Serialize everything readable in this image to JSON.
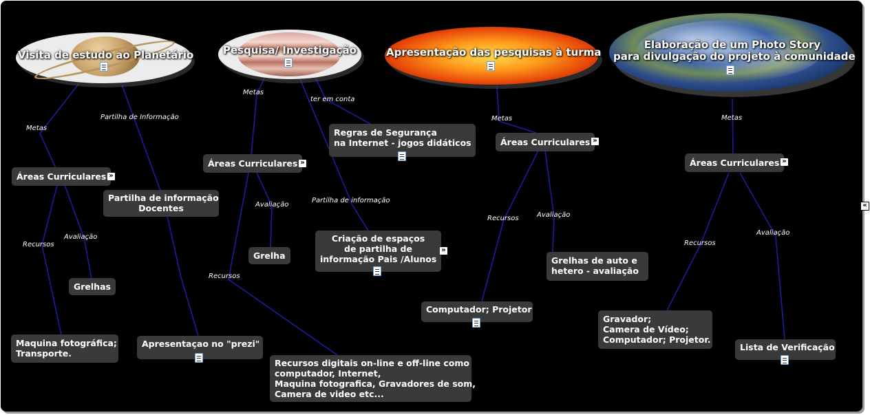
{
  "topics": {
    "planetario": "Visita de estudo ao Planetário",
    "pesquisa": "Pesquisa/ Investigação",
    "apresentacao": "Apresentação das pesquisas à turma",
    "photo_line1": "Elaboração de um Photo Story",
    "photo_line2": "para divulgação do projeto à comunidade"
  },
  "nodes": {
    "areas1": "Áreas Curriculares",
    "partilha_docentes_line1": "Partilha de informação",
    "partilha_docentes_line2": "Docentes",
    "grelhas1": "Grelhas",
    "maquina_line1": "Maquina fotográfica;",
    "maquina_line2": "Transporte.",
    "prezi": "Apresentaçao no \"prezi\"",
    "areas2": "Áreas Curriculares",
    "grelha2": "Grelha",
    "regras_line1": "Regras de  Segurança",
    "regras_line2": "na Internet - jogos didáticos",
    "criacao_line1": "Criação de espaços",
    "criacao_line2": "de partilha de",
    "criacao_line3": "informação Pais /Alunos",
    "recursos_line1": "Recursos digitais on-line e off-line como",
    "recursos_line2": "computador, Internet,",
    "recursos_line3": "Maquina fotografica, Gravadores de som,",
    "recursos_line4": "Camera de video etc...",
    "areas3": "Áreas Curriculares",
    "grelhas_auto_line1": "Grelhas de auto e",
    "grelhas_auto_line2": "hetero - avaliação",
    "computador": "Computador; Projetor",
    "areas4": "Áreas Curriculares",
    "gravador_line1": "Gravador;",
    "gravador_line2": "Camera de Vídeo;",
    "gravador_line3": "Computador; Projetor.",
    "lista": "Lista de Verificação"
  },
  "labels": {
    "metas1": "Metas",
    "partilha_info1": "Partilha de Informação",
    "recursos1": "Recursos",
    "avaliacao1": "Avaliação",
    "metas2": "Metas",
    "ter_em_conta": "ter em conta",
    "avaliacao2": "Avaliação",
    "partilha_info2": "Partilha de informação",
    "recursos2": "Recursos",
    "metas3": "Metas",
    "recursos3": "Recursos",
    "avaliacao3": "Avaliação",
    "metas4": "Metas",
    "recursos4": "Recursos",
    "avaliacao4": "Avaliação"
  },
  "icons": {
    "note": "note-icon",
    "expand": "expand-icon",
    "collapse": "collapse-icon"
  },
  "colors": {
    "background": "#000000",
    "node": "#3a3a3a",
    "link": "#1a1a9a",
    "text": "#ffffff"
  }
}
